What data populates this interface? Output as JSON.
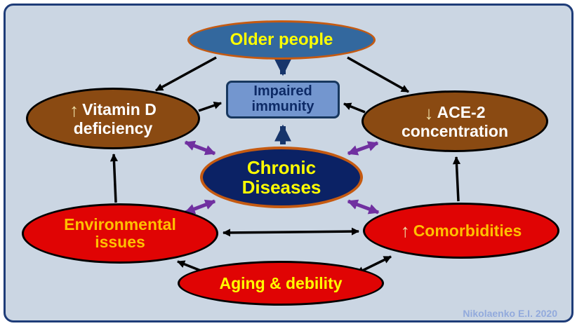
{
  "nodes": {
    "older_people": {
      "label": "Older people"
    },
    "impaired_immunity": {
      "line1": "Impaired",
      "line2": "immunity"
    },
    "vitamin_d": {
      "arrow": "↑",
      "line1": "Vitamin D",
      "line2": "deficiency"
    },
    "ace2": {
      "arrow": "↓",
      "line1": "ACE-2",
      "line2": "concentration"
    },
    "chronic_diseases": {
      "line1": "Chronic",
      "line2": "Diseases"
    },
    "environmental": {
      "line1": "Environmental",
      "line2": "issues"
    },
    "comorbidities": {
      "arrow": "↑",
      "label": "Comorbidities"
    },
    "aging": {
      "label": "Aging & debility"
    }
  },
  "watermark": "Nikolaenko E.I. 2020",
  "colors": {
    "background": "#cbd6e3",
    "frame_border": "#1e3c78",
    "blue_node": "#33689e",
    "light_blue_box": "#7396cf",
    "brown_node": "#8a4a12",
    "navy_node": "#0b2265",
    "red_node": "#e00404",
    "orange_outline": "#c55a11",
    "yellow_text": "#ffff00",
    "gold_text": "#ffc000",
    "purple_arrow": "#7030a0",
    "navy_arrow": "#17356b"
  }
}
